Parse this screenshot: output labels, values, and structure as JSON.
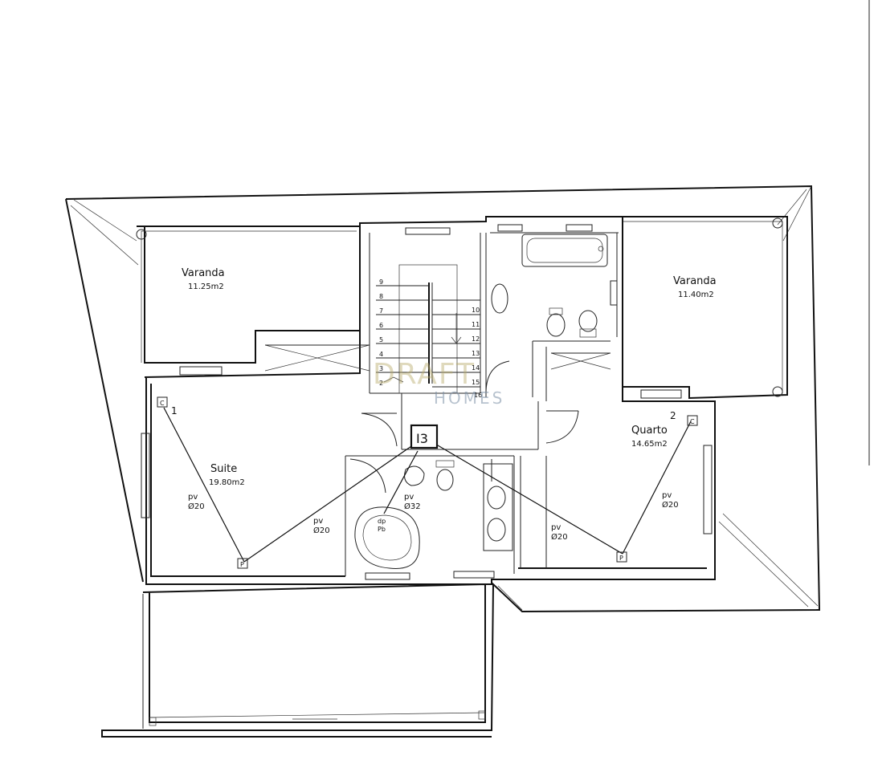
{
  "rooms": {
    "varanda_left": {
      "name": "Varanda",
      "area": "11.25m2"
    },
    "varanda_right": {
      "name": "Varanda",
      "area": "11.40m2"
    },
    "suite": {
      "name": "Suite",
      "area": "19.80m2"
    },
    "quarto": {
      "name": "Quarto",
      "area": "14.65m2"
    }
  },
  "stairs": {
    "left_steps": [
      "9",
      "8",
      "7",
      "6",
      "5",
      "4",
      "3",
      "2"
    ],
    "right_steps": [
      "10",
      "11",
      "12",
      "13",
      "14",
      "15",
      "16"
    ]
  },
  "electrical": {
    "panel": "I3",
    "room_numbers": [
      "1",
      "2"
    ],
    "box_c": "C",
    "box_p": "P",
    "conduits": [
      {
        "id": "suite-left",
        "type": "pv",
        "dia": "Ø20"
      },
      {
        "id": "suite-right",
        "type": "pv",
        "dia": "Ø20"
      },
      {
        "id": "bath",
        "type": "pv",
        "dia": "Ø32"
      },
      {
        "id": "quarto-left",
        "type": "pv",
        "dia": "Ø20"
      },
      {
        "id": "quarto-right",
        "type": "pv",
        "dia": "Ø20"
      }
    ],
    "bath_labels": [
      "dp",
      "Pb"
    ]
  },
  "watermark": {
    "line1": "DRAFT",
    "line2": "HOMES"
  }
}
